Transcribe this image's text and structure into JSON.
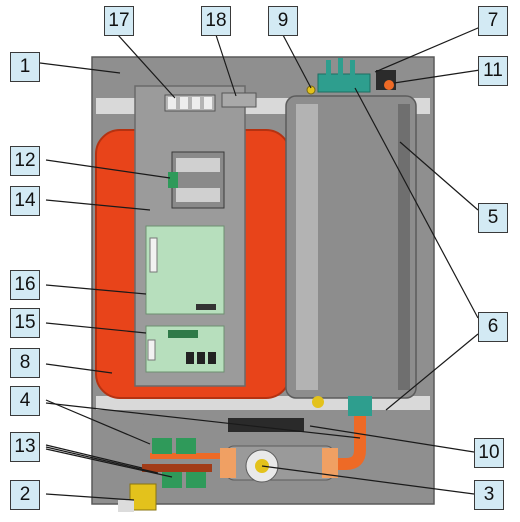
{
  "diagram": {
    "palette": {
      "panel": "#8f8f8f",
      "board": "#9b9b9b",
      "tank": "#e8441a",
      "heater": "#8d8d8d",
      "pcb": "#b7dfbd",
      "pipe": "#ee6a26",
      "valve": "#2f9a5a",
      "brass": "#e3c21c",
      "callout_fill": "#d3eaf4",
      "leader": "#1a1a1a"
    },
    "callouts": [
      {
        "id": "c1",
        "label": "1"
      },
      {
        "id": "c2",
        "label": "2"
      },
      {
        "id": "c3",
        "label": "3"
      },
      {
        "id": "c4",
        "label": "4"
      },
      {
        "id": "c5",
        "label": "5"
      },
      {
        "id": "c6",
        "label": "6"
      },
      {
        "id": "c7",
        "label": "7"
      },
      {
        "id": "c8",
        "label": "8"
      },
      {
        "id": "c9",
        "label": "9"
      },
      {
        "id": "c10",
        "label": "10"
      },
      {
        "id": "c11",
        "label": "11"
      },
      {
        "id": "c12",
        "label": "12"
      },
      {
        "id": "c13",
        "label": "13"
      },
      {
        "id": "c14",
        "label": "14"
      },
      {
        "id": "c15",
        "label": "15"
      },
      {
        "id": "c16",
        "label": "16"
      },
      {
        "id": "c17",
        "label": "17"
      },
      {
        "id": "c18",
        "label": "18"
      }
    ]
  }
}
